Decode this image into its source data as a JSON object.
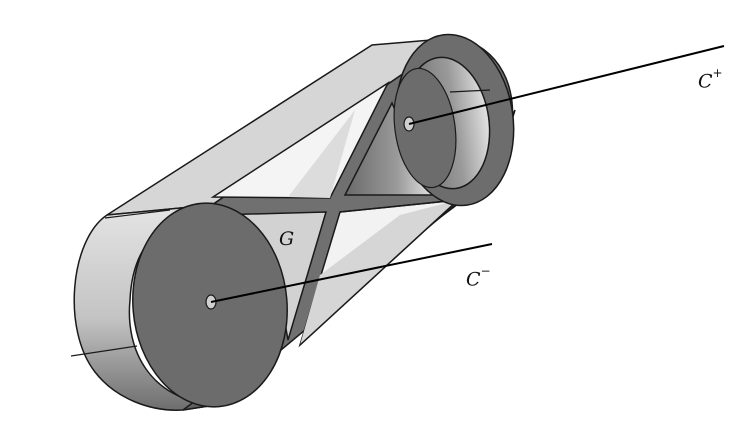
{
  "figure": {
    "type": "3D CAD render of a belt-like linkage with two cylindrical ends connected by a truss frame",
    "labels": {
      "c_plus": {
        "base": "C",
        "sup": "+"
      },
      "c_minus": {
        "base": "C",
        "sup": "−"
      },
      "g": "G"
    },
    "colors": {
      "dark_face": "#6b6b6b",
      "mid_face": "#8a8a8a",
      "light_face": "#d8d8d8",
      "lighter_face": "#e6e6e6",
      "outline": "#1a1a1a",
      "axis_line": "#000000",
      "background": "#ffffff"
    },
    "axes": [
      {
        "name": "C+",
        "from": [
          409,
          124
        ],
        "to": [
          724,
          46
        ]
      },
      {
        "name": "C-",
        "from": [
          211,
          302
        ],
        "to": [
          492,
          244
        ]
      }
    ]
  }
}
